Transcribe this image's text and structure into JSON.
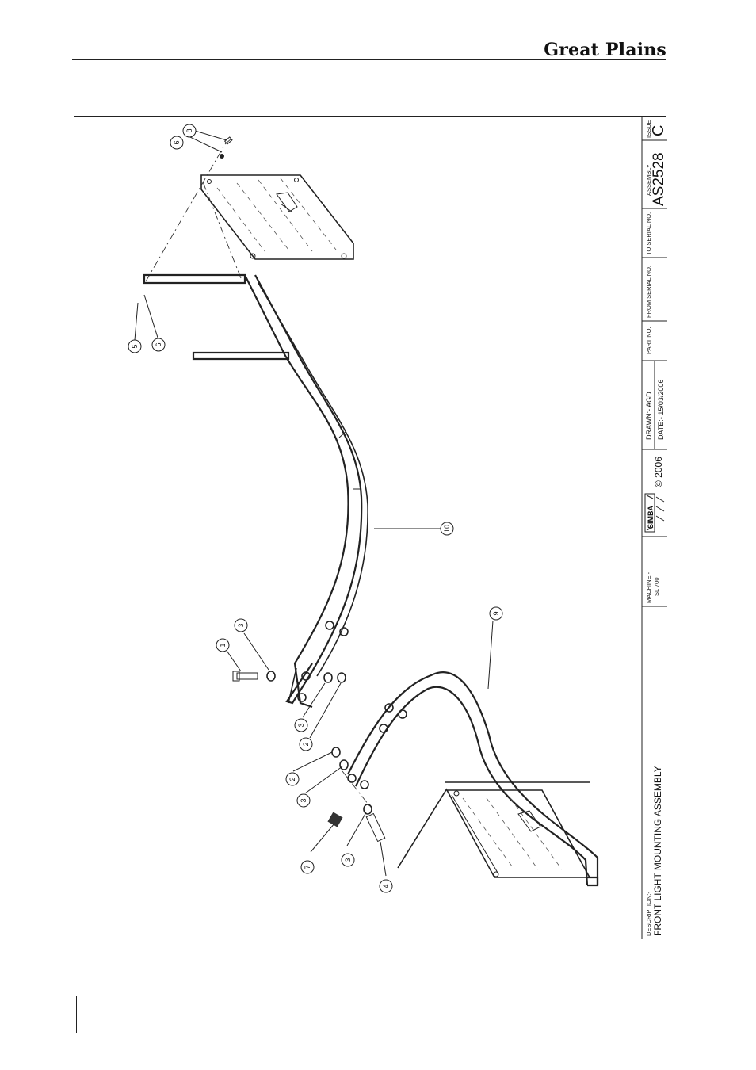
{
  "header": {
    "brand": "Great Plains"
  },
  "title_block": {
    "description_label": "DESCRIPTION:-",
    "description": "FRONT LIGHT MOUNTING ASSEMBLY",
    "machine_label": "MACHINE:-",
    "machine": "SL 700",
    "logo_text": "SIMBA",
    "copyright": "© 2006",
    "drawn": "DRAWN:-  AGD",
    "date": "DATE:-  15/03/2006",
    "part_no_label": "PART NO.",
    "from_serial_label": "FROM SERIAL NO.",
    "to_serial_label": "TO SERIAL NO.",
    "assembly_label": "ASSEMBLY",
    "assembly": "AS2528",
    "issue_label": "ISSUE",
    "issue": "C"
  },
  "balloons": [
    "1",
    "2",
    "3",
    "4",
    "5",
    "6",
    "7",
    "8",
    "9",
    "10"
  ],
  "colors": {
    "line": "#222222",
    "background": "#ffffff"
  }
}
